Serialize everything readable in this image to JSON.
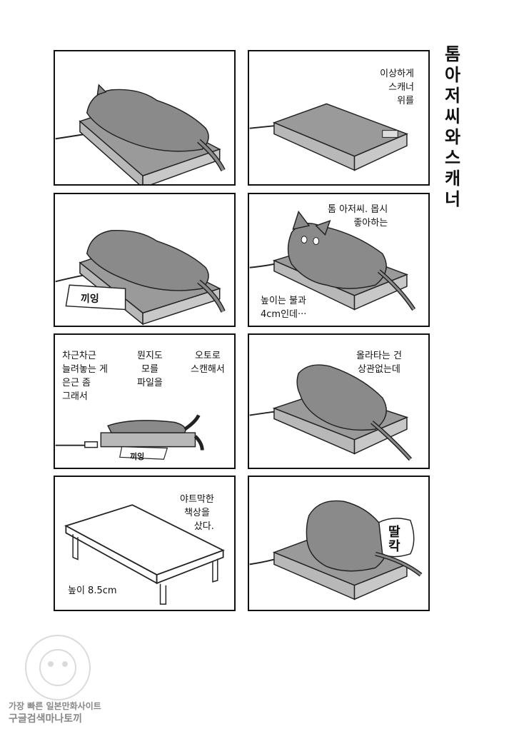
{
  "title_chars": [
    "톰",
    "아",
    "저",
    "씨",
    "와",
    "스",
    "캐",
    "너"
  ],
  "panels": {
    "p2": {
      "lines": [
        "이상하게",
        "스캐너",
        "위를"
      ]
    },
    "p3": {
      "sfx": "끼잉"
    },
    "p4": {
      "top_lines": [
        "톰 아저씨.  몹시",
        "좋아하는"
      ],
      "bottom_lines": [
        "높이는 불과",
        "4cm인데···"
      ]
    },
    "p5": {
      "col1": [
        "차근차근",
        "늘려놓는 게",
        "은근 좀",
        "그래서"
      ],
      "col2": [
        "뭔지도",
        "모를",
        "파일을"
      ],
      "col3": [
        "오토로",
        "스캔해서"
      ],
      "sfx": "끼잉"
    },
    "p6": {
      "lines": [
        "올라타는 건",
        "상관없는데"
      ]
    },
    "p7": {
      "lines": [
        "야트막한",
        "책상을",
        "샀다."
      ],
      "height_label": "높이 8.5cm"
    },
    "p8": {
      "sfx": [
        "딸",
        "칵"
      ]
    }
  },
  "watermark": {
    "line1": "가장 빠른 일본만화사이트",
    "line2": "구글검색마나토끼"
  }
}
